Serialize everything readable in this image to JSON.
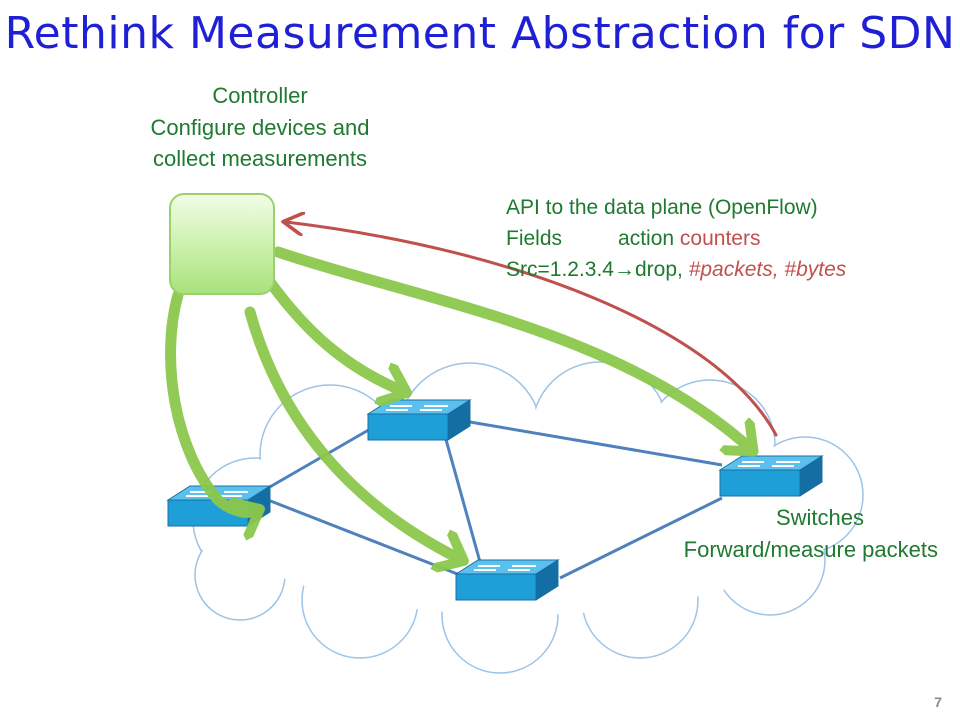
{
  "title": "Rethink Measurement Abstraction for SDN",
  "controller": {
    "label": "Controller",
    "desc_line1": "Configure devices and",
    "desc_line2": "collect measurements"
  },
  "api": {
    "line1": "API to the data plane (OpenFlow)",
    "fields": "Fields",
    "action": "action",
    "counters": "counters",
    "match": "Src=1.2.3.4",
    "drop": "drop,",
    "counter_values": "#packets, #bytes"
  },
  "switches": {
    "label": "Switches",
    "desc": "Forward/measure packets"
  },
  "page_number": "7",
  "colors": {
    "title": "#1f1fd6",
    "text_green": "#1e7a2e",
    "counter_red": "#c0504d",
    "arrow_green": "#8cc84b",
    "switch_blue": "#1e9fd8",
    "link_blue": "#4f81bd"
  },
  "icons": [
    "switch-icon",
    "cloud-shape",
    "controller-box",
    "arrow-right-icon"
  ]
}
